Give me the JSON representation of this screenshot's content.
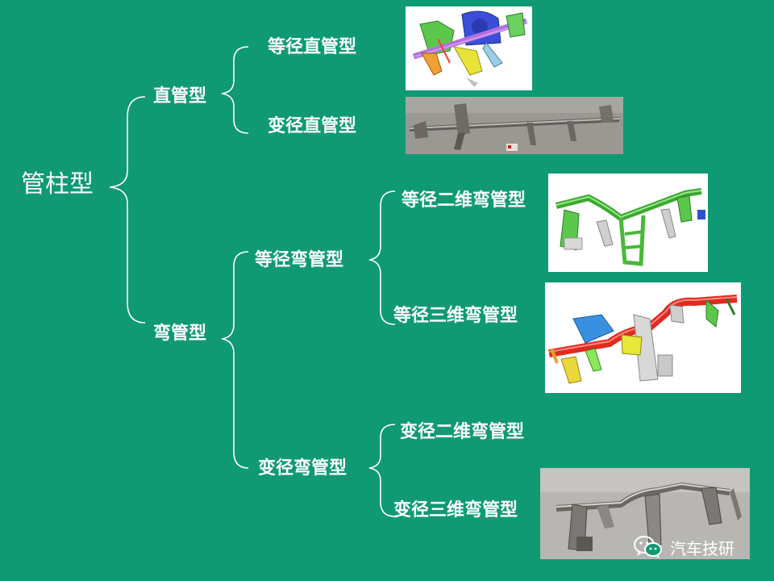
{
  "root": {
    "label": "管柱型"
  },
  "branches": [
    {
      "label": "直管型",
      "children": [
        {
          "label": "等径直管型"
        },
        {
          "label": "变径直管型"
        }
      ]
    },
    {
      "label": "弯管型",
      "children": [
        {
          "label": "等径弯管型",
          "children": [
            {
              "label": "等径二维弯管型"
            },
            {
              "label": "等径三维弯管型"
            }
          ]
        },
        {
          "label": "变径弯管型",
          "children": [
            {
              "label": "变径二维弯管型"
            },
            {
              "label": "变径三维弯管型"
            }
          ]
        }
      ]
    }
  ],
  "watermark": {
    "text": "汽车技研"
  },
  "colors": {
    "background": "#0f9a74",
    "line": "#ffffff",
    "text": "#ffffff"
  }
}
